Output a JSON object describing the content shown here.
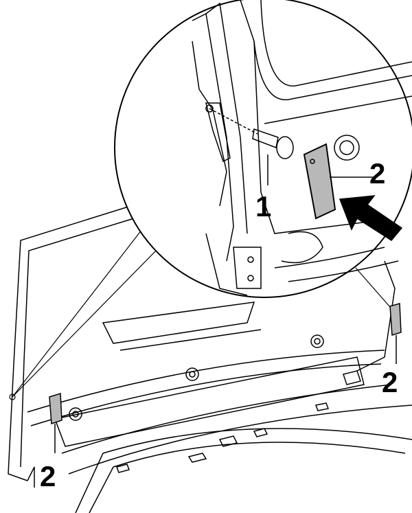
{
  "callouts": {
    "screw": "1",
    "trim_detail": "2",
    "trim_right": "2",
    "trim_left": "2"
  },
  "colors": {
    "line": "#000000",
    "part_fill": "#b8b8b8",
    "background": "#ffffff"
  }
}
